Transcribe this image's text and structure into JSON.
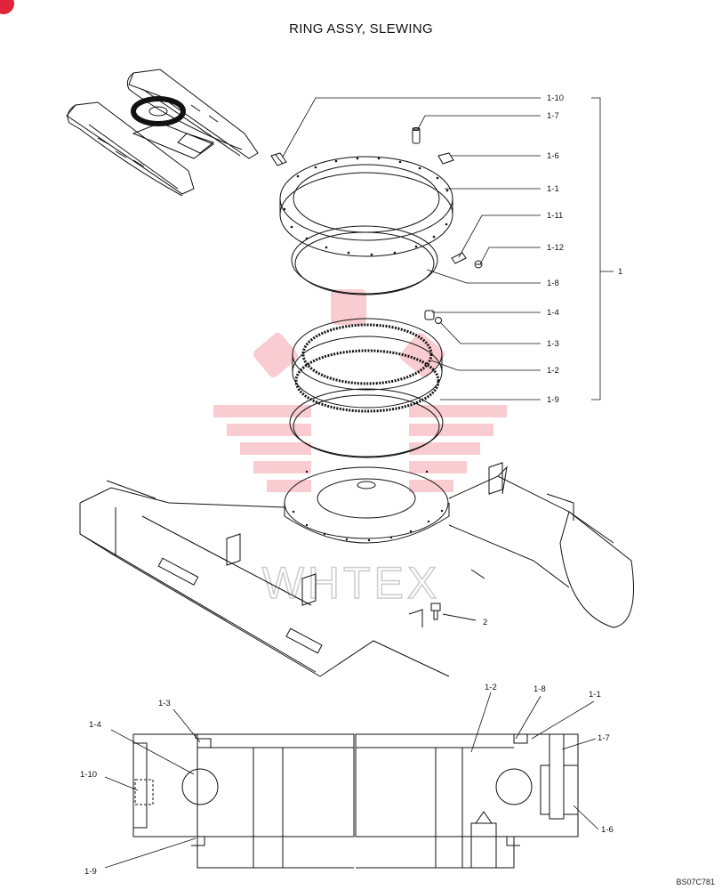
{
  "document": {
    "title": "RING ASSY, SLEWING",
    "drawing_code": "BS07C781",
    "watermark_text": "WHTEX",
    "watermark_color": "#e84a5a",
    "accent_color": "#e0243a"
  },
  "callouts_exploded": {
    "c1_10": "1-10",
    "c1_7": "1-7",
    "c1_6": "1-6",
    "c1_1": "1-1",
    "c1_11": "1-11",
    "c1_12": "1-12",
    "c1_8": "1-8",
    "c1_4": "1-4",
    "c1_3": "1-3",
    "c1_2": "1-2",
    "c1_9": "1-9",
    "assembly": "1",
    "bolt": "2"
  },
  "callouts_section": {
    "s1_3": "1-3",
    "s1_4": "1-4",
    "s1_10": "1-10",
    "s1_9": "1-9",
    "s1_2": "1-2",
    "s1_8": "1-8",
    "s1_1": "1-1",
    "s1_7": "1-7",
    "s1_6": "1-6"
  }
}
